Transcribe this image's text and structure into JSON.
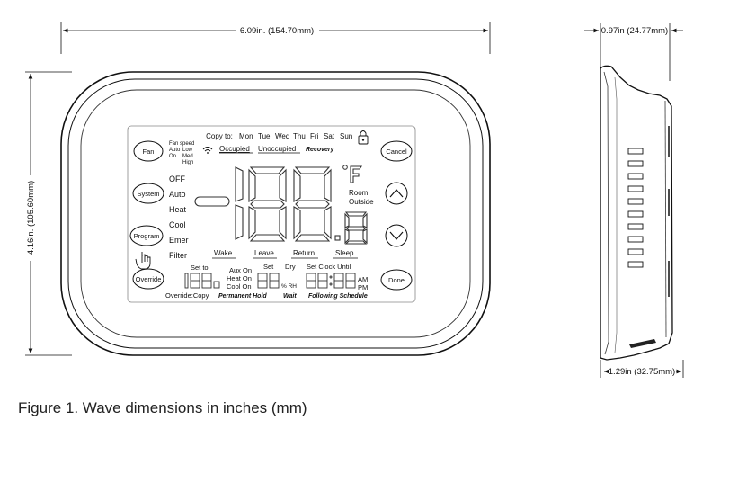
{
  "dimensions": {
    "width_front": "6.09in. (154.70mm)",
    "height_front": "4.16in. (105.60mm)",
    "depth_top": "0.97in (24.77mm)",
    "depth_bottom": "1.29in (32.75mm)"
  },
  "buttons": {
    "fan": "Fan",
    "system": "System",
    "program": "Program",
    "override": "Override",
    "cancel": "Cancel",
    "done": "Done"
  },
  "lcd": {
    "copy_to": "Copy to:",
    "days": [
      "Mon",
      "Tue",
      "Wed",
      "Thu",
      "Fri",
      "Sat",
      "Sun"
    ],
    "fan_speed": "Fan speed",
    "fan_auto": "Auto",
    "fan_low": "Low",
    "fan_on": "On",
    "fan_med": "Med",
    "fan_high": "High",
    "occupied": "Occupied",
    "unoccupied": "Unoccupied",
    "recovery": "Recovery",
    "modes": [
      "OFF",
      "Auto",
      "Heat",
      "Cool",
      "Emer",
      "Filter"
    ],
    "degree_unit": "°F",
    "room": "Room",
    "outside": "Outside",
    "periods": [
      "Wake",
      "Leave",
      "Return",
      "Sleep"
    ],
    "set_to": "Set to",
    "aux_on": "Aux On",
    "heat_on": "Heat On",
    "cool_on": "Cool On",
    "set": "Set",
    "dry": "Dry",
    "pct_rh": "% RH",
    "set_clock_until": "Set Clock Until",
    "am": "AM",
    "pm": "PM",
    "override_copy": "Override:Copy",
    "permanent_hold": "Permanent Hold",
    "wait": "Wait",
    "following_schedule": "Following Schedule"
  },
  "caption": "Figure 1. Wave dimensions in inches (mm)"
}
